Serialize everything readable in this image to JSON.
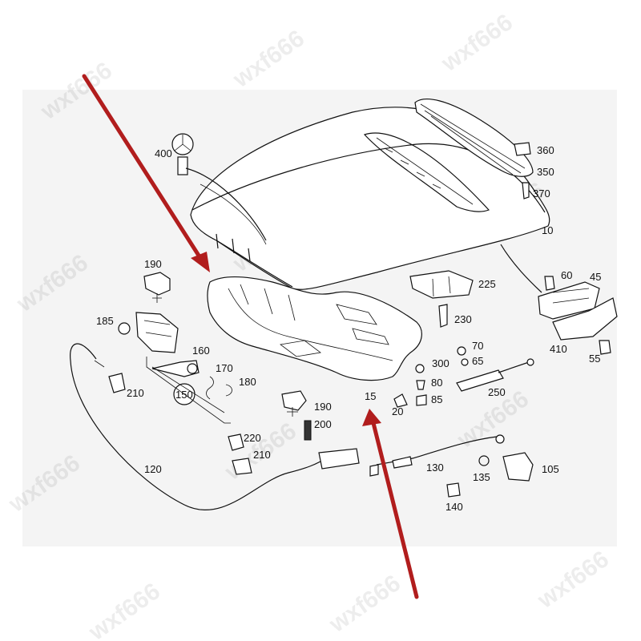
{
  "watermark": "wxf666",
  "callouts": [
    "400",
    "360",
    "350",
    "370",
    "10",
    "190",
    "60",
    "45",
    "225",
    "185",
    "230",
    "160",
    "170",
    "180",
    "410",
    "70",
    "65",
    "55",
    "150",
    "300",
    "80",
    "250",
    "210",
    "85",
    "15",
    "190",
    "20",
    "200",
    "220",
    "210",
    "120",
    "130",
    "105",
    "135",
    "140"
  ],
  "colors": {
    "arrow": "#b11d1d",
    "background": "#f4f4f4",
    "line": "#111111"
  }
}
